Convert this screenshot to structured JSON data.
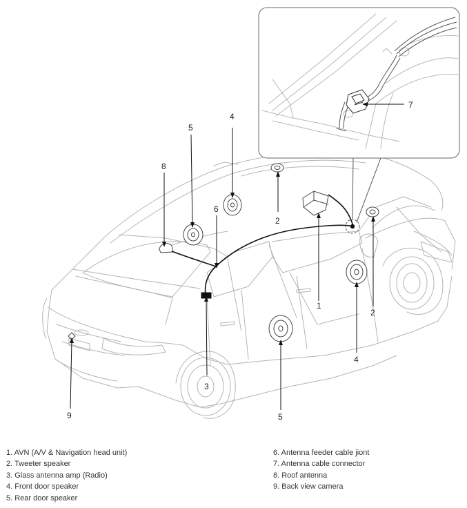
{
  "callouts": {
    "n1": "1",
    "n2a": "2",
    "n2b": "2",
    "n3": "3",
    "n4a": "4",
    "n4b": "4",
    "n5a": "5",
    "n5b": "5",
    "n6": "6",
    "n7": "7",
    "n8": "8",
    "n9": "9"
  },
  "legend": {
    "left": [
      "1. AVN (A/V & Navigation head unit)",
      "2. Tweeter speaker",
      "3. Glass antenna amp (Radio)",
      "4. Front door speaker",
      "5. Rear door speaker"
    ],
    "right": [
      "6. Antenna feeder cable jiont",
      "7. Antenna cable connector",
      "8. Roof antenna",
      "9. Back view camera"
    ]
  }
}
